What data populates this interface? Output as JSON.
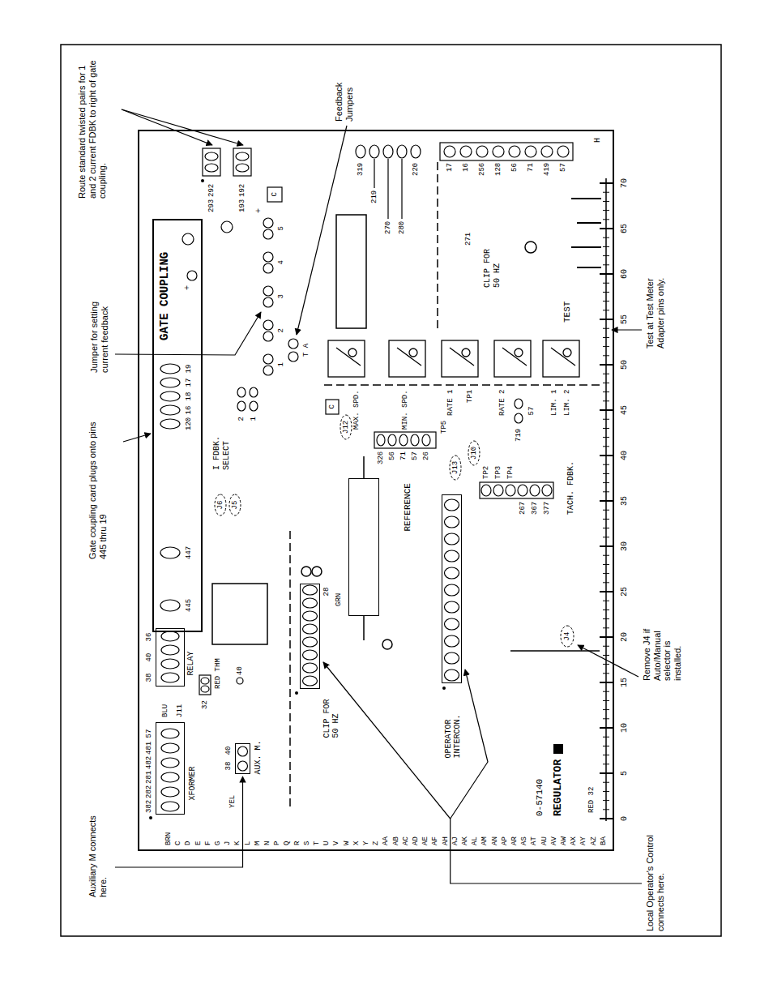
{
  "diagram": {
    "nodes": [
      {
        "text": [
          "0-57140",
          "REGULATOR"
        ]
      },
      {
        "text": [
          "XFORMER"
        ],
        "in": 0
      },
      {
        "text": [
          "RELAY"
        ],
        "in": 0
      },
      {
        "text": [
          "GATE COUPLING"
        ],
        "in": 0
      },
      {
        "text": [
          "AUX. M."
        ],
        "in": 0
      },
      {
        "text": [
          "CLIP FOR 50 HZ"
        ],
        "in": 0
      },
      {
        "text": [
          "REFERENCE"
        ],
        "in": 0
      },
      {
        "text": [
          "OPERATOR INTERCON."
        ],
        "in": 0
      }
    ],
    "labels": [
      "Route standard twisted pairs for 1 and 2 current FDBK to right of gate coupling.",
      "Feedback Jumpers",
      "Jumper for setting current feedback",
      "Gate coupling card plugs onto pins 445 thru 19",
      "Auxiliary M connects here.",
      "Local Operator's Control connects here.",
      "Remove J4 if Auto/Manual selector is installed.",
      "Test at Test Meter Adapter pins only.",
      "BRN",
      "C",
      "D",
      "E",
      "F",
      "G",
      "J",
      "K",
      "L",
      "M",
      "N",
      "P",
      "Q",
      "R",
      "S",
      "T",
      "U",
      "V",
      "W",
      "X",
      "Y",
      "Z",
      "AA",
      "AB",
      "AC",
      "AD",
      "AE",
      "AF",
      "AH",
      "AJ",
      "AK",
      "AL",
      "AM",
      "AN",
      "AP",
      "AR",
      "AS",
      "AT",
      "AU",
      "AV",
      "AW",
      "AX",
      "AY",
      "AZ",
      "BA",
      "0",
      "5",
      "10",
      "15",
      "20",
      "25",
      "30",
      "35",
      "40",
      "45",
      "50",
      "55",
      "60",
      "65",
      "70",
      "382",
      "282",
      "281",
      "482",
      "481",
      "57",
      "BLU",
      "J11",
      "38",
      "40",
      "36",
      "32",
      "RED THM",
      "40",
      "YEL",
      "38",
      "40",
      "28",
      "GRN",
      "RED 32",
      "445",
      "447",
      "120",
      "16",
      "18",
      "17",
      "19",
      "+",
      "J6",
      "J5",
      "I FDBK. SELECT",
      "2",
      "1",
      "1",
      "2",
      "3",
      "4",
      "5",
      "+",
      "C",
      "T A",
      "293",
      "292",
      "193",
      "192",
      "319",
      "219",
      "270",
      "280",
      "220",
      "17",
      "16",
      "256",
      "128",
      "56",
      "71",
      "419",
      "57",
      "271",
      "CLIP FOR 50 HZ",
      "TEST",
      "C",
      "J12",
      "326",
      "56",
      "71",
      "57",
      "26",
      "MAX. SPD.",
      "MIN. SPD.",
      "RATE 1",
      "TP5",
      "TP1",
      "RATE 2",
      "719",
      "57",
      "LIM. 1",
      "LIM. 2",
      "J13",
      "J10",
      "TP2",
      "TP3",
      "TP4",
      "267",
      "367",
      "377",
      "TACH. FDBK.",
      "J4",
      "H"
    ]
  }
}
